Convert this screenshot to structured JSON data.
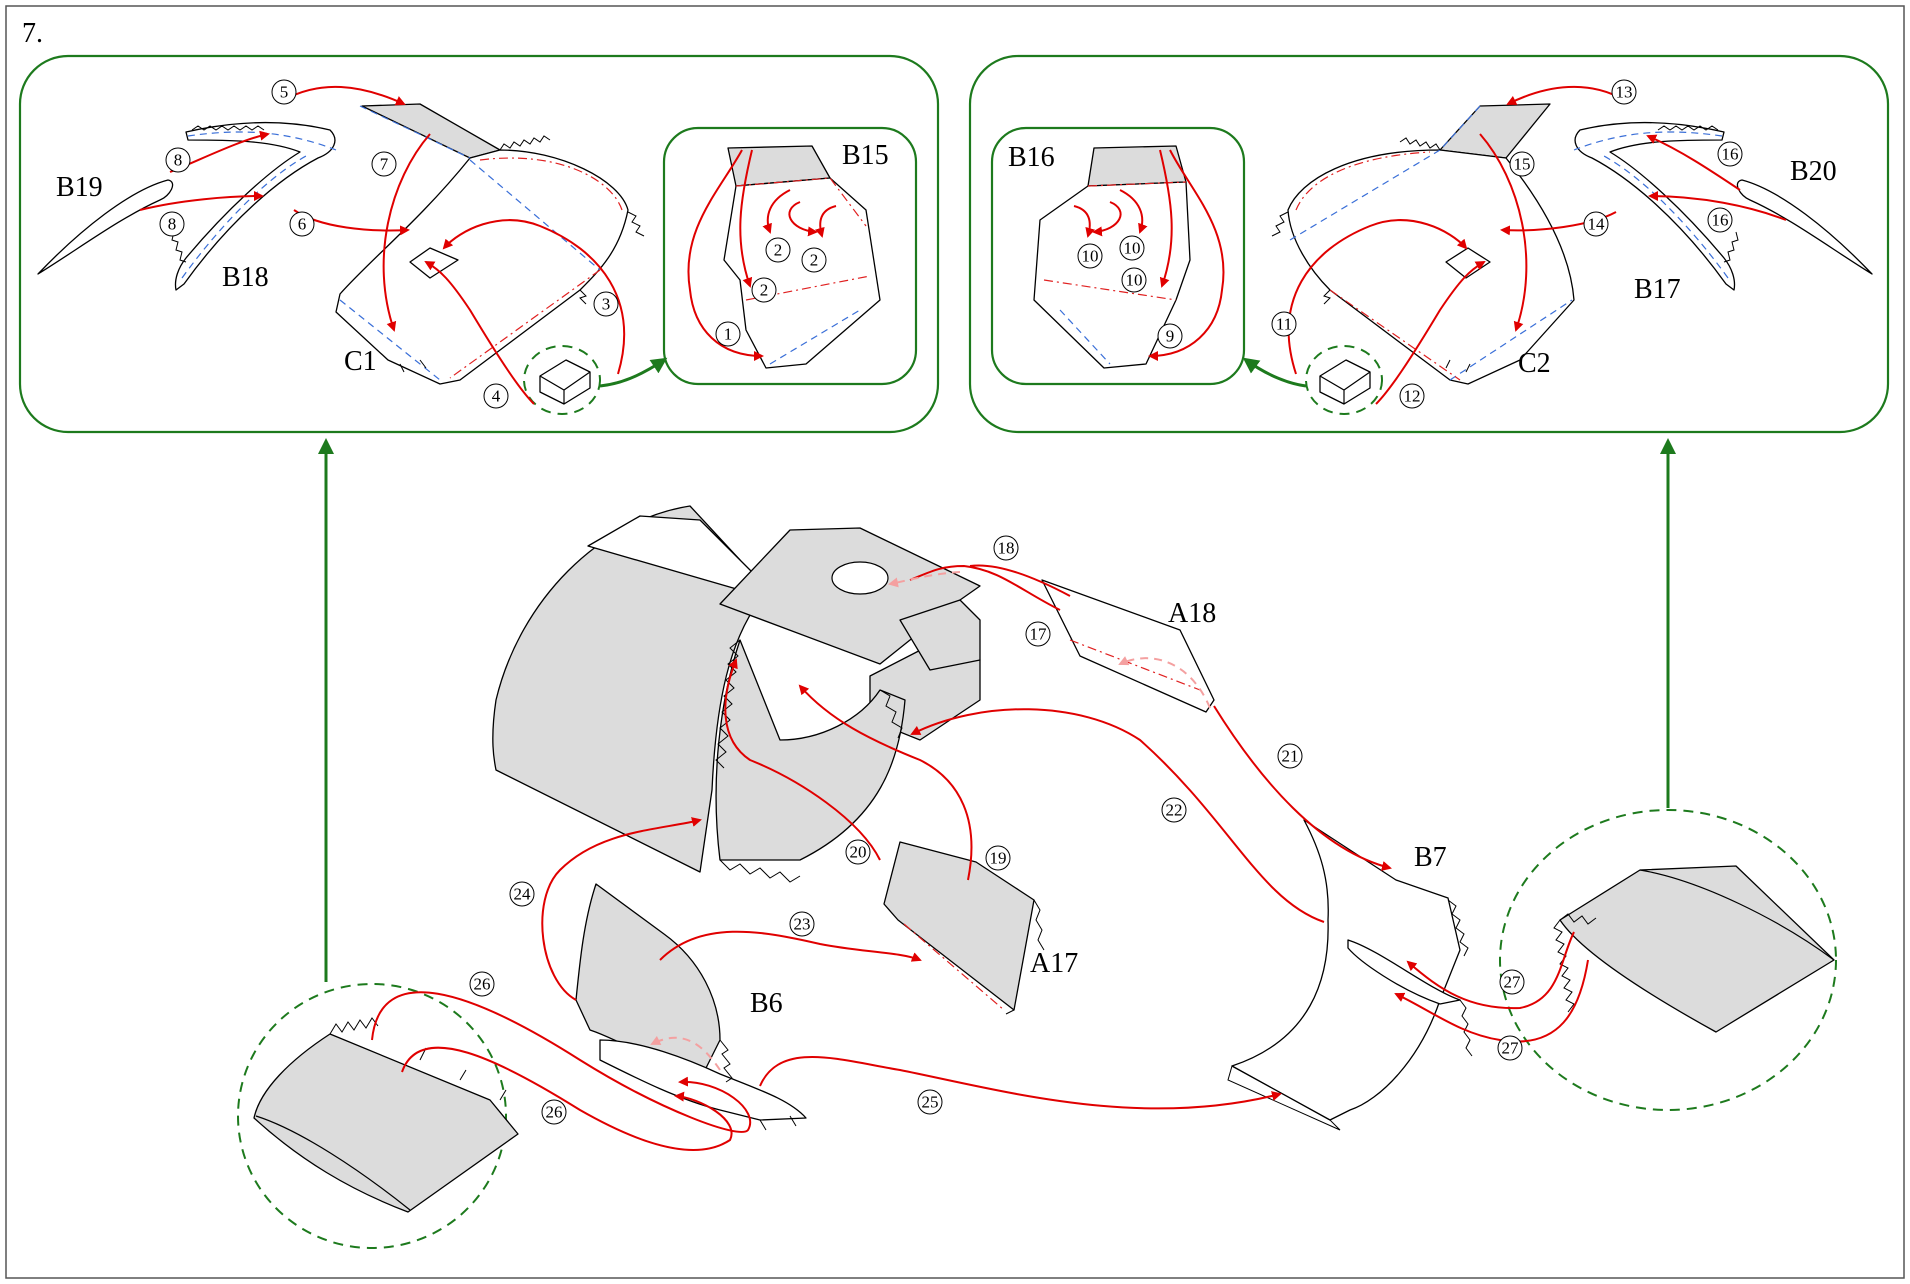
{
  "step_number": "7.",
  "part_labels": {
    "b19": "B19",
    "b18": "B18",
    "c1": "C1",
    "b15": "B15",
    "b16": "B16",
    "c2": "C2",
    "b17": "B17",
    "b20": "B20",
    "a18": "A18",
    "b7": "B7",
    "a17": "A17",
    "b6": "B6"
  },
  "steps": {
    "s1": "1",
    "s2a": "2",
    "s2b": "2",
    "s2c": "2",
    "s3": "3",
    "s4": "4",
    "s5": "5",
    "s6": "6",
    "s7": "7",
    "s8a": "8",
    "s8b": "8",
    "s9": "9",
    "s10a": "10",
    "s10b": "10",
    "s10c": "10",
    "s11": "11",
    "s12": "12",
    "s13": "13",
    "s14": "14",
    "s15": "15",
    "s16a": "16",
    "s16b": "16",
    "s17": "17",
    "s18": "18",
    "s19": "19",
    "s20": "20",
    "s21": "21",
    "s22": "22",
    "s23": "23",
    "s24": "24",
    "s25": "25",
    "s26a": "26",
    "s26b": "26",
    "s27a": "27",
    "s27b": "27"
  },
  "colors": {
    "glue_arrow": "#e00000",
    "panel_border": "#1d7a1d",
    "valley_fold": "#3a6fd8",
    "mountain_fold": "#e02020",
    "part_shade": "#dcdcdc"
  }
}
